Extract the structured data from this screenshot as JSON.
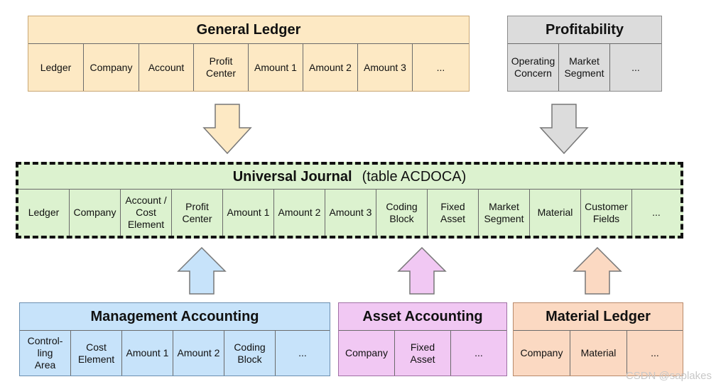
{
  "general_ledger": {
    "title": "General Ledger",
    "fields": [
      "Ledger",
      "Company",
      "Account",
      "Profit\nCenter",
      "Amount 1",
      "Amount 2",
      "Amount 3",
      "..."
    ]
  },
  "profitability": {
    "title": "Profitability",
    "fields": [
      "Operating\nConcern",
      "Market\nSegment",
      "..."
    ]
  },
  "universal_journal": {
    "title": "Universal Journal",
    "subtitle": "(table ACDOCA)",
    "fields": [
      "Ledger",
      "Company",
      "Account /\nCost\nElement",
      "Profit\nCenter",
      "Amount 1",
      "Amount 2",
      "Amount 3",
      "Coding\nBlock",
      "Fixed\nAsset",
      "Market\nSegment",
      "Material",
      "Customer\nFields",
      "..."
    ]
  },
  "management_accounting": {
    "title": "Management Accounting",
    "fields": [
      "Control-\nling\nArea",
      "Cost\nElement",
      "Amount 1",
      "Amount 2",
      "Coding\nBlock",
      "..."
    ]
  },
  "asset_accounting": {
    "title": "Asset Accounting",
    "fields": [
      "Company",
      "Fixed\nAsset",
      "..."
    ]
  },
  "material_ledger": {
    "title": "Material  Ledger",
    "fields": [
      "Company",
      "Material",
      "..."
    ]
  },
  "watermark": "CSDN @saplakes",
  "colors": {
    "gl": "#fde9c4",
    "profitability": "#dcdcdc",
    "journal": "#dcf2cf",
    "management": "#c7e3fa",
    "asset": "#f1c8f3",
    "material": "#fbd9c2"
  }
}
